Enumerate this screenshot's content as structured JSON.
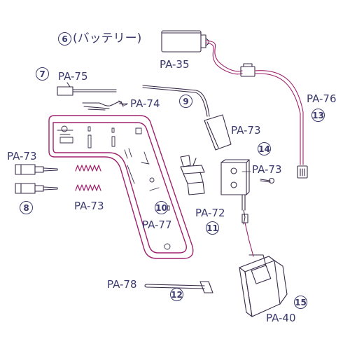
{
  "labels": {
    "battery_note": "(バッテリー)",
    "pa35": "PA-35",
    "pa75": "PA-75",
    "pa74": "PA-74",
    "pa76": "PA-76",
    "pa73_conn": "PA-73",
    "pa73_left": "PA-73",
    "pa73_screw": "PA-73",
    "pa73_spring": "PA-73",
    "pa72": "PA-72",
    "pa77": "PA-77",
    "pa78": "PA-78",
    "pa40": "PA-40"
  },
  "numbers": {
    "n6": "6",
    "n7": "7",
    "n8": "8",
    "n9": "9",
    "n10": "10",
    "n11": "11",
    "n12": "12",
    "n13": "13",
    "n14": "14",
    "n15": "15"
  },
  "colors": {
    "part_outline": "#3a2c4a",
    "housing": "#a0226e",
    "label": "#3a3a6e"
  }
}
